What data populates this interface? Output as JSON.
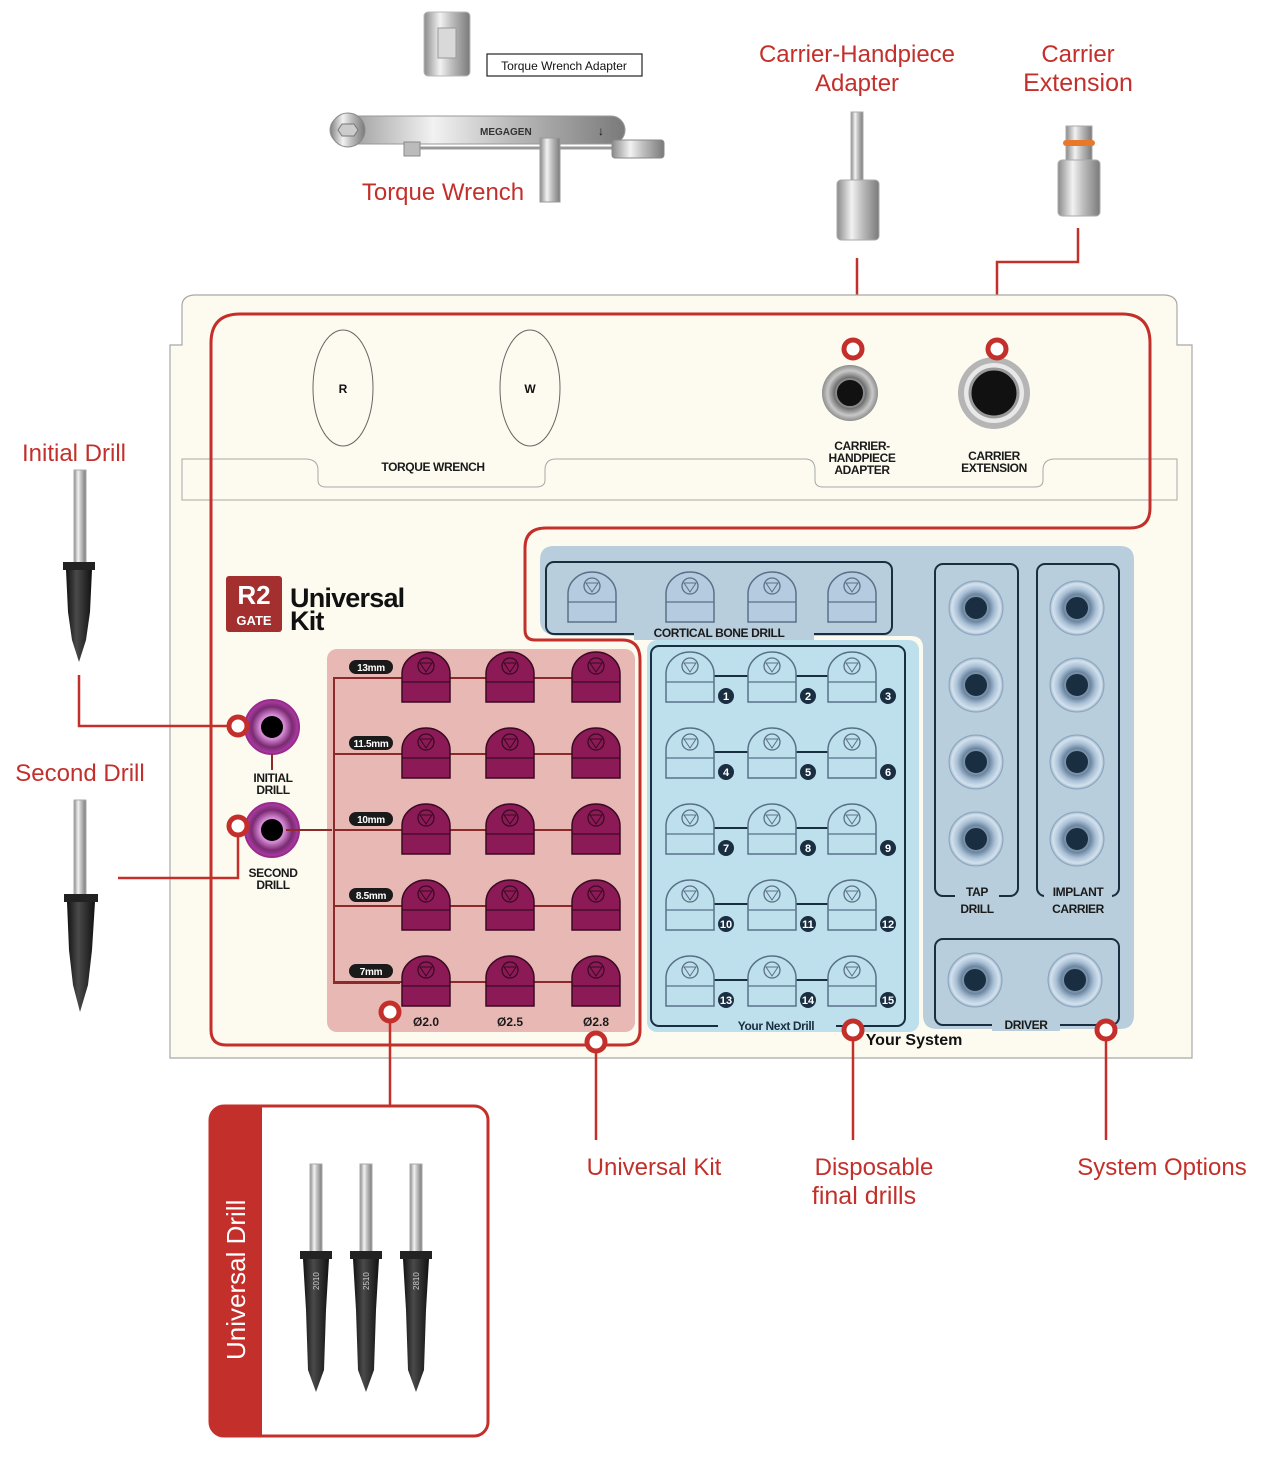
{
  "title": "R2 GATE Universal Kit",
  "brand": {
    "logo_top": "R2",
    "logo_bottom": "GATE",
    "kit_line1": "Universal",
    "kit_line2": "Kit"
  },
  "callouts": {
    "torque_wrench_adapter": "Torque Wrench Adapter",
    "torque_wrench": "Torque Wrench",
    "carrier_handpiece_adapter": [
      "Carrier-Handpiece",
      "Adapter"
    ],
    "carrier_extension": [
      "Carrier",
      "Extension"
    ],
    "initial_drill": "Initial Drill",
    "second_drill": "Second Drill",
    "universal_drill": "Universal Drill",
    "universal_kit": "Universal Kit",
    "disposable_final_drills": [
      "Disposable",
      "final drills"
    ],
    "system_options": "System Options"
  },
  "tray": {
    "torque_slots": [
      "R",
      "W"
    ],
    "torque_section_label": "TORQUE WRENCH",
    "carrier_handpiece_label": [
      "CARRIER-",
      "HANDPIECE",
      "ADAPTER"
    ],
    "carrier_extension_label": [
      "CARRIER",
      "EXTENSION"
    ],
    "initial_drill_label": [
      "INITIAL",
      "DRILL"
    ],
    "second_drill_label": [
      "SECOND",
      "DRILL"
    ],
    "universal_lengths": [
      "13mm",
      "11.5mm",
      "10mm",
      "8.5mm",
      "7mm"
    ],
    "universal_diameters": [
      "Ø2.0",
      "Ø2.5",
      "Ø2.8"
    ],
    "cortical_label": "CORTICAL BONE DRILL",
    "cortical_slot_count": 4,
    "next_drill_numbers": [
      "1",
      "2",
      "3",
      "4",
      "5",
      "6",
      "7",
      "8",
      "9",
      "10",
      "11",
      "12",
      "13",
      "14",
      "15"
    ],
    "next_drill_label": "Your Next Drill",
    "your_system_label": "Your System",
    "tap_drill_label": [
      "TAP",
      "DRILL"
    ],
    "implant_carrier_label": [
      "IMPLANT",
      "CARRIER"
    ],
    "driver_label": "DRIVER",
    "tap_drill_count": 4,
    "implant_carrier_count": 4,
    "driver_count": 2
  },
  "drill_engravings": [
    "2010",
    "2510",
    "2810"
  ],
  "wrench_brand": "MEGAGEN",
  "colors": {
    "accent_red": "#c3302b",
    "tray_bg": "#fdfbf0",
    "universal_panel": "#e8b8b4",
    "universal_slot": "#8c1a57",
    "system_panel": "#b8cedc",
    "next_drill_panel": "#bde0ec",
    "navy": "#1a2e42"
  }
}
